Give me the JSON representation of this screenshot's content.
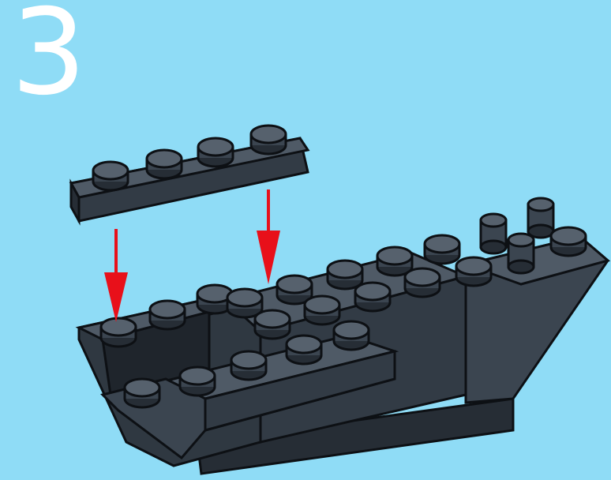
{
  "instruction": {
    "step_number": "3",
    "colors": {
      "background": "#8fdcf6",
      "brick": "#3b4550",
      "brick_dark": "#262d35",
      "brick_light": "#4f5a66",
      "outline": "#0d1014",
      "arrow": "#e8101a",
      "step_number": "#ffffff"
    },
    "parts": [
      "1x4-plate",
      "boat-hull-assembly"
    ],
    "arrows": [
      "arrow-left",
      "arrow-right"
    ]
  }
}
